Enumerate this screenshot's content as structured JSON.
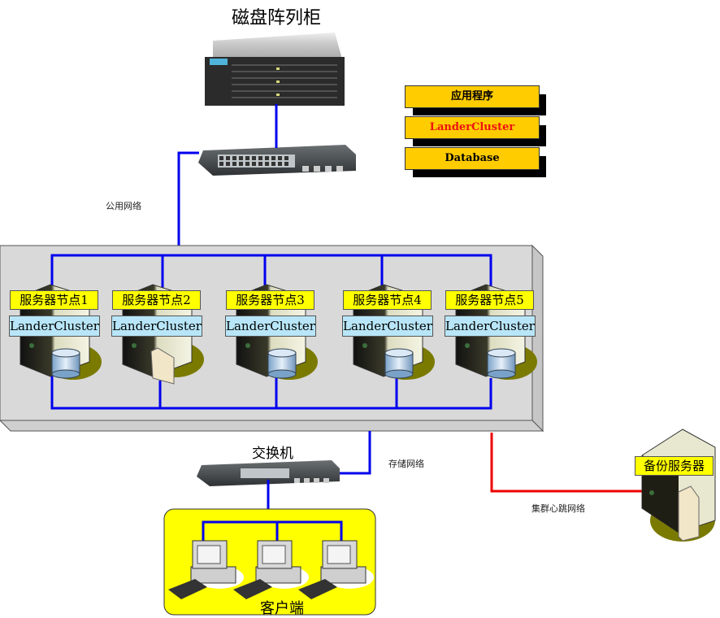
{
  "title": "磁盘阵列柜",
  "legend": {
    "items": [
      {
        "label": "应用程序",
        "color": "#000000"
      },
      {
        "label": "LanderCluster",
        "color": "#ee1111"
      },
      {
        "label": "Database",
        "color": "#000000"
      }
    ]
  },
  "networks": {
    "public": "公用网络",
    "storage": "存储网络",
    "heartbeat": "集群心跳网络"
  },
  "nodes": [
    {
      "name": "服务器节点1",
      "software": "LanderCluster",
      "storage": "database"
    },
    {
      "name": "服务器节点2",
      "software": "LanderCluster",
      "storage": "folder"
    },
    {
      "name": "服务器节点3",
      "software": "LanderCluster",
      "storage": "database"
    },
    {
      "name": "服务器节点4",
      "software": "LanderCluster",
      "storage": "database"
    },
    {
      "name": "服务器节点5",
      "software": "LanderCluster",
      "storage": "database"
    }
  ],
  "switch_label": "交换机",
  "clients_label": "客户端",
  "backup_label": "备份服务器",
  "colors": {
    "network_line": "#0000ee",
    "heartbeat_line": "#ee0000",
    "node_label_bg": "#ffff00",
    "software_label_bg": "#b8e6f8",
    "legend_bg": "#ffcc00",
    "cluster_panel_bg": "#d9d9d9"
  }
}
